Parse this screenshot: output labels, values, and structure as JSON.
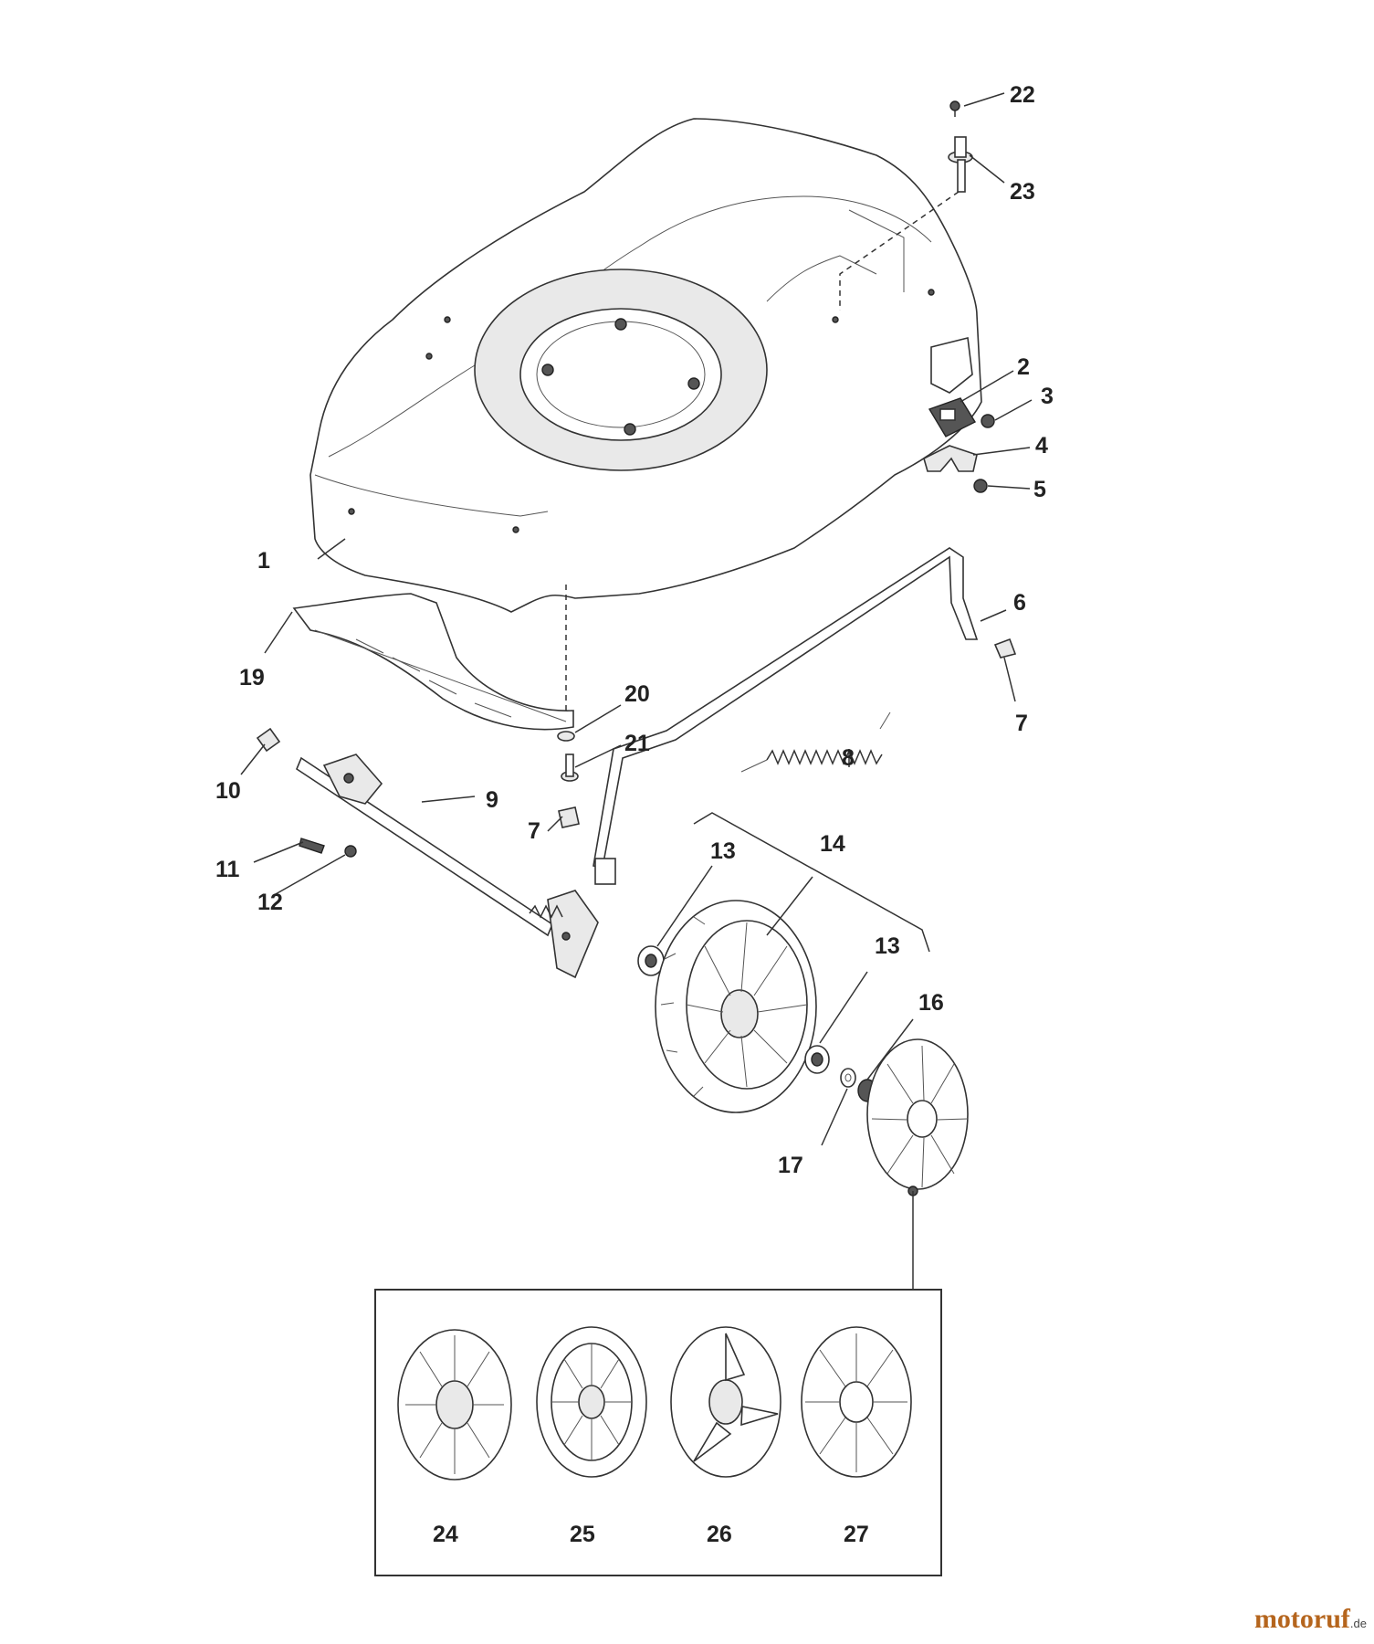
{
  "callouts": [
    {
      "id": "1",
      "text": "1"
    },
    {
      "id": "2",
      "text": "2"
    },
    {
      "id": "3",
      "text": "3"
    },
    {
      "id": "4",
      "text": "4"
    },
    {
      "id": "5",
      "text": "5"
    },
    {
      "id": "6",
      "text": "6"
    },
    {
      "id": "7a",
      "text": "7"
    },
    {
      "id": "7b",
      "text": "7"
    },
    {
      "id": "8",
      "text": "8"
    },
    {
      "id": "9",
      "text": "9"
    },
    {
      "id": "10",
      "text": "10"
    },
    {
      "id": "11",
      "text": "11"
    },
    {
      "id": "12",
      "text": "12"
    },
    {
      "id": "13a",
      "text": "13"
    },
    {
      "id": "13b",
      "text": "13"
    },
    {
      "id": "14",
      "text": "14"
    },
    {
      "id": "16",
      "text": "16"
    },
    {
      "id": "17",
      "text": "17"
    },
    {
      "id": "19",
      "text": "19"
    },
    {
      "id": "20",
      "text": "20"
    },
    {
      "id": "21",
      "text": "21"
    },
    {
      "id": "22",
      "text": "22"
    },
    {
      "id": "23",
      "text": "23"
    },
    {
      "id": "24",
      "text": "24"
    },
    {
      "id": "25",
      "text": "25"
    },
    {
      "id": "26",
      "text": "26"
    },
    {
      "id": "27",
      "text": "27"
    }
  ],
  "watermark": {
    "main": "motoruf",
    "tld": ".de",
    "main_color": "#b5651d",
    "tld_color": "#444444"
  }
}
